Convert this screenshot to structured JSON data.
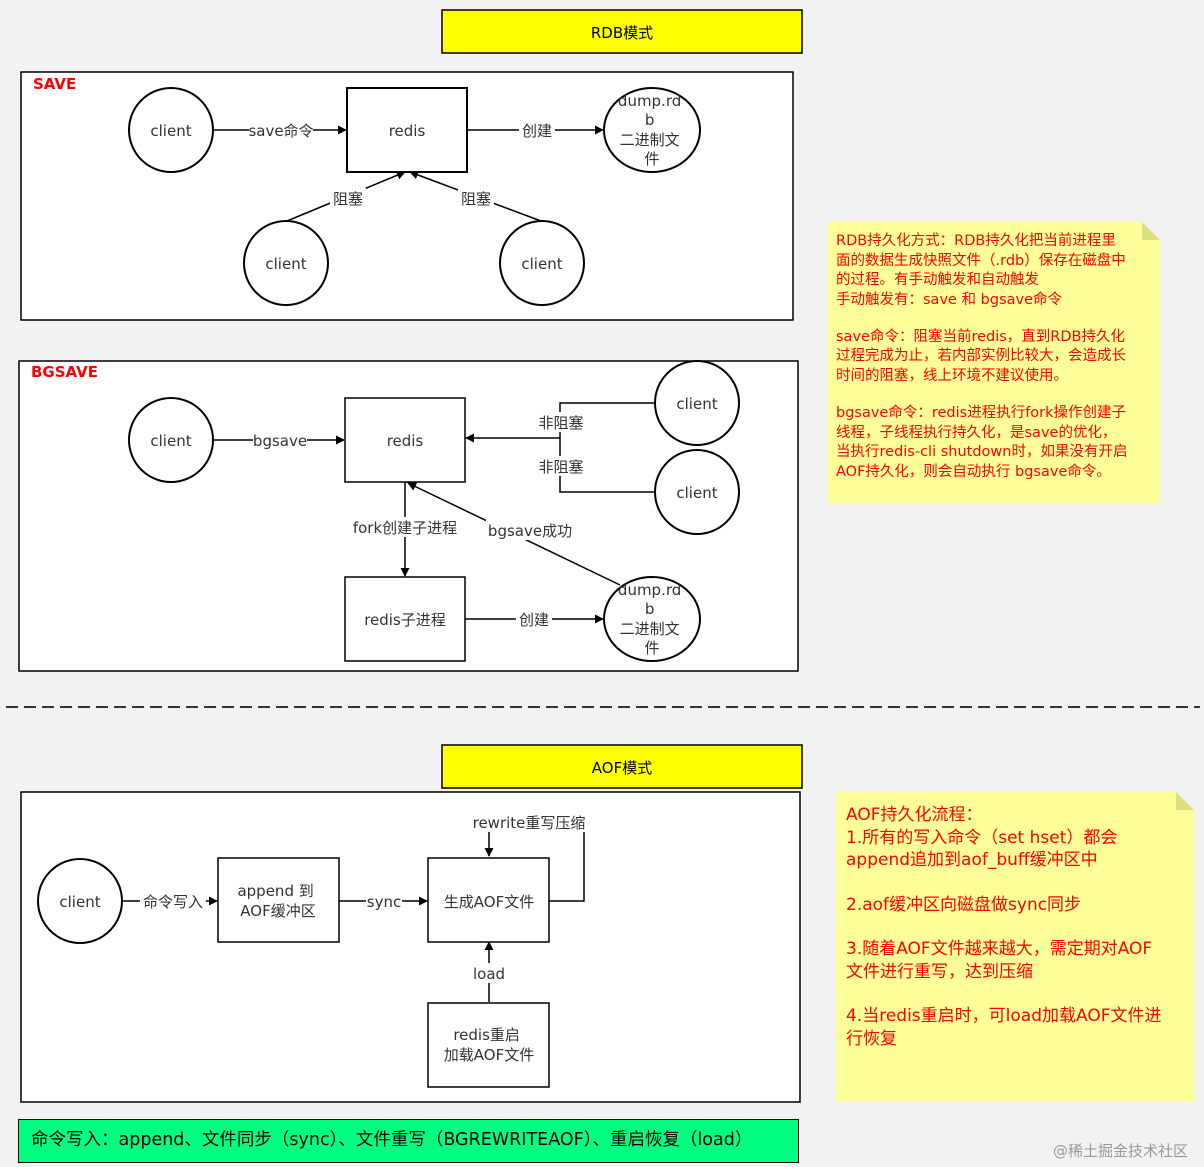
{
  "rdb": {
    "title": "RDB模式",
    "save": {
      "label": "SAVE",
      "client_main": "client",
      "save_cmd": "save命令",
      "redis": "redis",
      "create": "创建",
      "dump_lines": [
        "dump.rd",
        "b",
        "二进制文",
        "件"
      ],
      "block_left": "阻塞",
      "block_right": "阻塞",
      "client_left": "client",
      "client_right": "client"
    },
    "bgsave": {
      "label": "BGSAVE",
      "client_main": "client",
      "bgsave_cmd": "bgsave",
      "redis": "redis",
      "nonblock_top": "非阻塞",
      "nonblock_bottom": "非阻塞",
      "client_top": "client",
      "client_bottom": "client",
      "fork": "fork创建子进程",
      "bgsave_success": "bgsave成功",
      "child": "redis子进程",
      "create": "创建",
      "dump_lines": [
        "dump.rd",
        "b",
        "二进制文",
        "件"
      ]
    },
    "note_lines": [
      "RDB持久化方式：RDB持久化把当前进程里",
      "面的数据生成快照文件（.rdb）保存在磁盘中",
      "的过程。有手动触发和自动触发",
      "手动触发有：save 和 bgsave命令",
      "",
      "save命令：阻塞当前redis，直到RDB持久化",
      "过程完成为止，若内部实例比较大，会造成长",
      "时间的阻塞，线上环境不建议使用。",
      "",
      "bgsave命令：redis进程执行fork操作创建子",
      "线程，子线程执行持久化，是save的优化，",
      "当执行redis-cli shutdown时，如果没有开启",
      "AOF持久化，则会自动执行 bgsave命令。"
    ]
  },
  "aof": {
    "title": "AOF模式",
    "client": "client",
    "cmd_write": "命令写入",
    "append_lines": [
      "append 到",
      "AOF缓冲区"
    ],
    "sync": "sync",
    "gen": "生成AOF文件",
    "rewrite": "rewrite重写压缩",
    "load": "load",
    "restart_lines": [
      "redis重启",
      "加载AOF文件"
    ],
    "note_title": "AOF持久化流程：",
    "note_steps": [
      [
        "1.所有的写入命令（set hset）都会",
        "append追加到aof_buff缓冲区中"
      ],
      [
        "2.aof缓冲区向磁盘做sync同步"
      ],
      [
        "3.随着AOF文件越来越大，需定期对AOF",
        "文件进行重写，达到压缩"
      ],
      [
        "4.当redis重启时，可load加载AOF文件进",
        "行恢复"
      ]
    ],
    "summary": "命令写入：append、文件同步（sync）、文件重写（BGREWRITEAOF）、重启恢复（load）"
  },
  "watermark": "@稀土掘金技术社区",
  "colors": {
    "title_fill": "#ffff00",
    "note_fill": "#ffff99",
    "note_text": "#ff0000",
    "label_red": "#ff0000",
    "summary_fill": "#00ff80"
  }
}
